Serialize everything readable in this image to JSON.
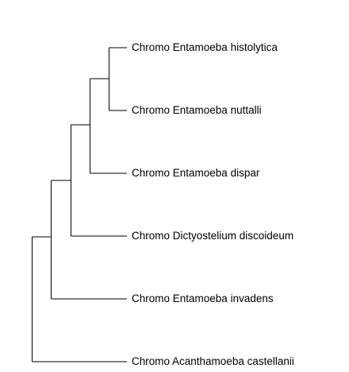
{
  "tree": {
    "line_color": "#000000",
    "leaves": [
      "Chromo Entamoeba histolytica",
      "Chromo Entamoeba nuttalli",
      "Chromo Entamoeba dispar",
      "Chromo Dictyostelium discoideum",
      "Chromo Entamoeba invadens",
      "Chromo Acanthamoeba castellanii"
    ]
  }
}
